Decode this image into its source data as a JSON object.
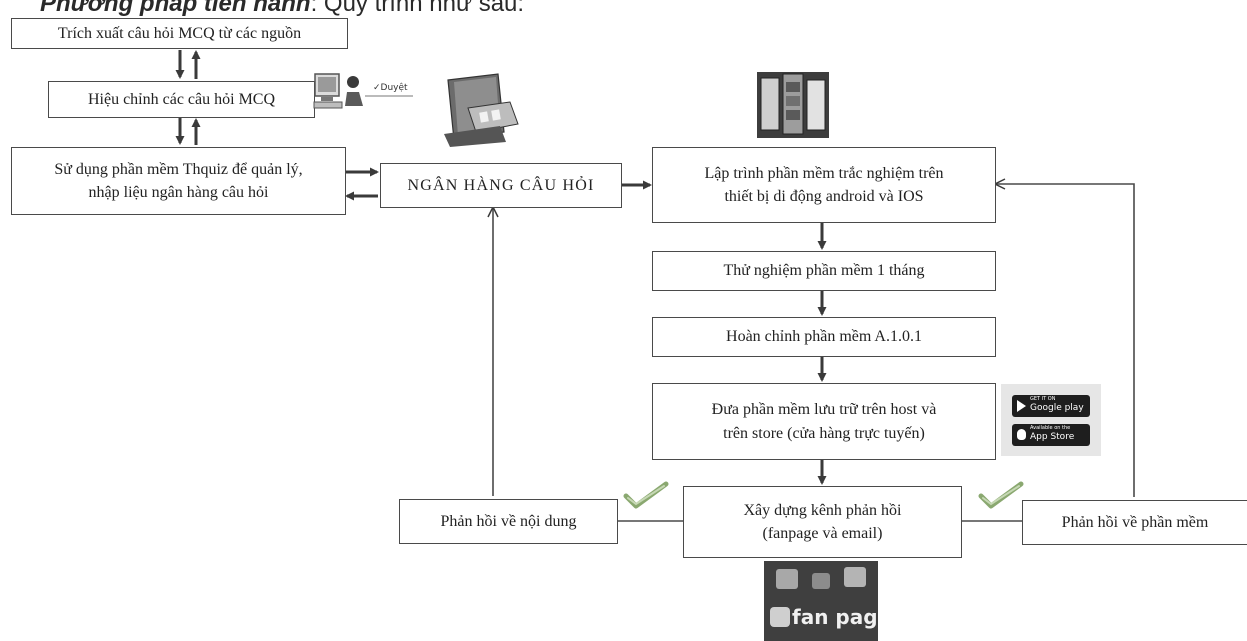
{
  "header": {
    "title_bold": "Phương pháp tiến hành",
    "title_rest": ": Quy trình như sau:"
  },
  "steps": {
    "extract": "Trích xuất câu hỏi MCQ từ các nguồn",
    "edit": "Hiệu chỉnh các câu hỏi MCQ",
    "manage_line1": "Sử dụng phần mềm Thquiz để quản lý,",
    "manage_line2": "nhập liệu ngân hàng câu hỏi",
    "bank": "NGÂN HÀNG CÂU HỎI",
    "program_line1": "Lập trình phần mềm trắc nghiệm trên",
    "program_line2": "thiết bị di động android và IOS",
    "test": "Thử nghiệm phần mềm 1 tháng",
    "complete": "Hoàn chỉnh phần mềm A.1.0.1",
    "store_line1": "Đưa phần mềm lưu trữ trên host và",
    "store_line2": "trên store (cửa hàng trực tuyến)",
    "feedback_line1": "Xây dựng kênh phản hồi",
    "feedback_line2": "(fanpage và email)",
    "content_feedback": "Phản hồi về nội dung",
    "software_feedback": "Phản hồi về phần mềm"
  },
  "badges": {
    "approve_label": "✓Duyệt",
    "google_play_small": "GET IT ON",
    "google_play": "Google play",
    "app_store_small": "Available on the",
    "app_store": "App Store",
    "fanpage": "fan page"
  },
  "colors": {
    "border": "#4a4a4a",
    "arrow": "#3a3a3a",
    "text": "#222222",
    "check": "#8aa870"
  }
}
